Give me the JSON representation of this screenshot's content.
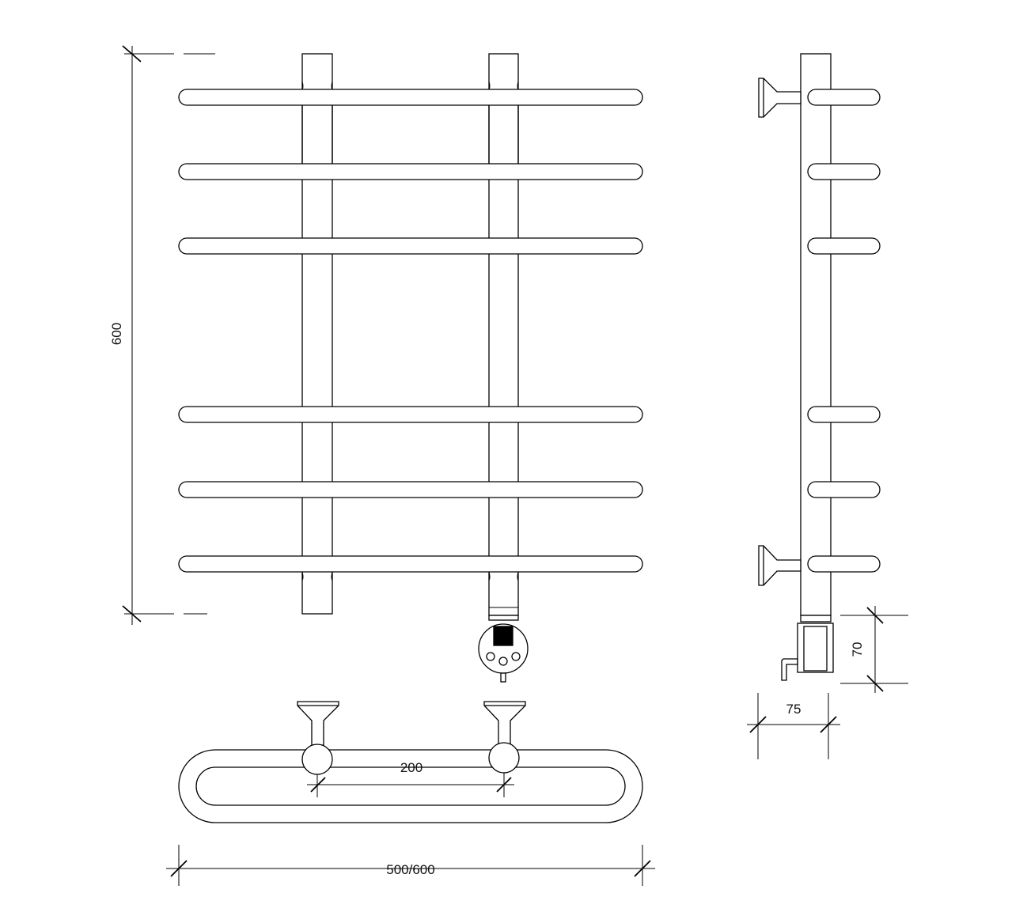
{
  "dimensions": {
    "height": "600",
    "width": "500/600",
    "axis_spacing": "200",
    "heater_height": "70",
    "heater_depth": "75"
  },
  "colors": {
    "line": "#000000",
    "background": "#ffffff",
    "display": "#000000"
  },
  "icons": {
    "heater_controller": "round-control-unit-icon",
    "wall_bracket": "wall-mount-bracket-icon",
    "power_cord": "cable-plug-icon"
  }
}
